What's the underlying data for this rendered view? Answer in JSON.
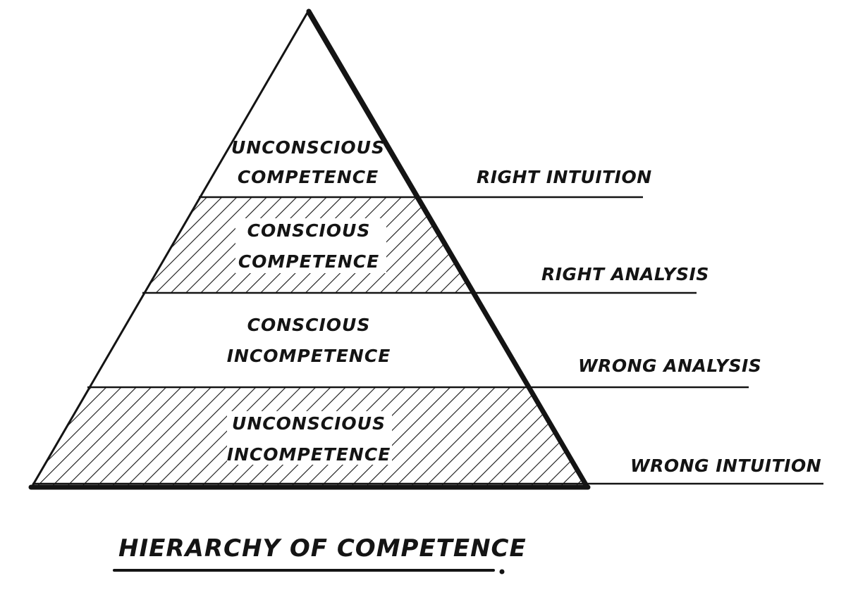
{
  "title": "HIERARCHY OF COMPETENCE",
  "levels": [
    {
      "line1": "UNCONSCIOUS",
      "line2": "COMPETENCE",
      "hatched": false
    },
    {
      "line1": "CONSCIOUS",
      "line2": "COMPETENCE",
      "hatched": true
    },
    {
      "line1": "CONSCIOUS",
      "line2": "INCOMPETENCE",
      "hatched": false
    },
    {
      "line1": "UNCONSCIOUS",
      "line2": "INCOMPETENCE",
      "hatched": true
    }
  ],
  "side_labels": [
    {
      "text": "RIGHT INTUITION"
    },
    {
      "text": "RIGHT ANALYSIS"
    },
    {
      "text": "WRONG ANALYSIS"
    },
    {
      "text": "WRONG INTUITION"
    }
  ],
  "colors": {
    "ink": "#141414",
    "background": "#ffffff"
  }
}
